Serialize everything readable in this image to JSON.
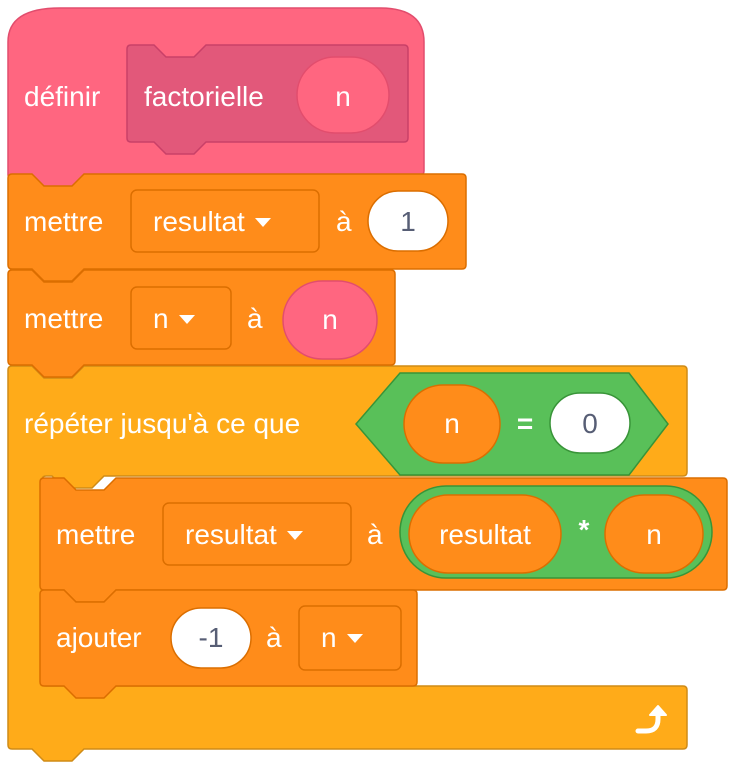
{
  "define_block": {
    "keyword": "définir",
    "name": "factorielle",
    "param": "n"
  },
  "set_result": {
    "keyword": "mettre",
    "variable": "resultat",
    "to": "à",
    "value": "1"
  },
  "set_n": {
    "keyword": "mettre",
    "variable": "n",
    "to": "à",
    "value": "n"
  },
  "repeat_until": {
    "keyword": "répéter jusqu'à ce que",
    "left": "n",
    "operator": "=",
    "right": "0"
  },
  "set_result_mult": {
    "keyword": "mettre",
    "variable": "resultat",
    "to": "à",
    "left": "resultat",
    "operator": "*",
    "right": "n"
  },
  "change_n": {
    "keyword": "ajouter",
    "value": "-1",
    "to": "à",
    "variable": "n"
  },
  "icons": {
    "dropdown": "dropdown-arrow-icon",
    "loop": "loop-arrow-icon"
  },
  "colors": {
    "define": "#ff6680",
    "define_dark": "#e24d6d",
    "variables": "#ff8c1a",
    "variables_border": "#db6e00",
    "control": "#ffab19",
    "control_border": "#cf8b17",
    "operators": "#59c059",
    "operators_border": "#389438"
  }
}
